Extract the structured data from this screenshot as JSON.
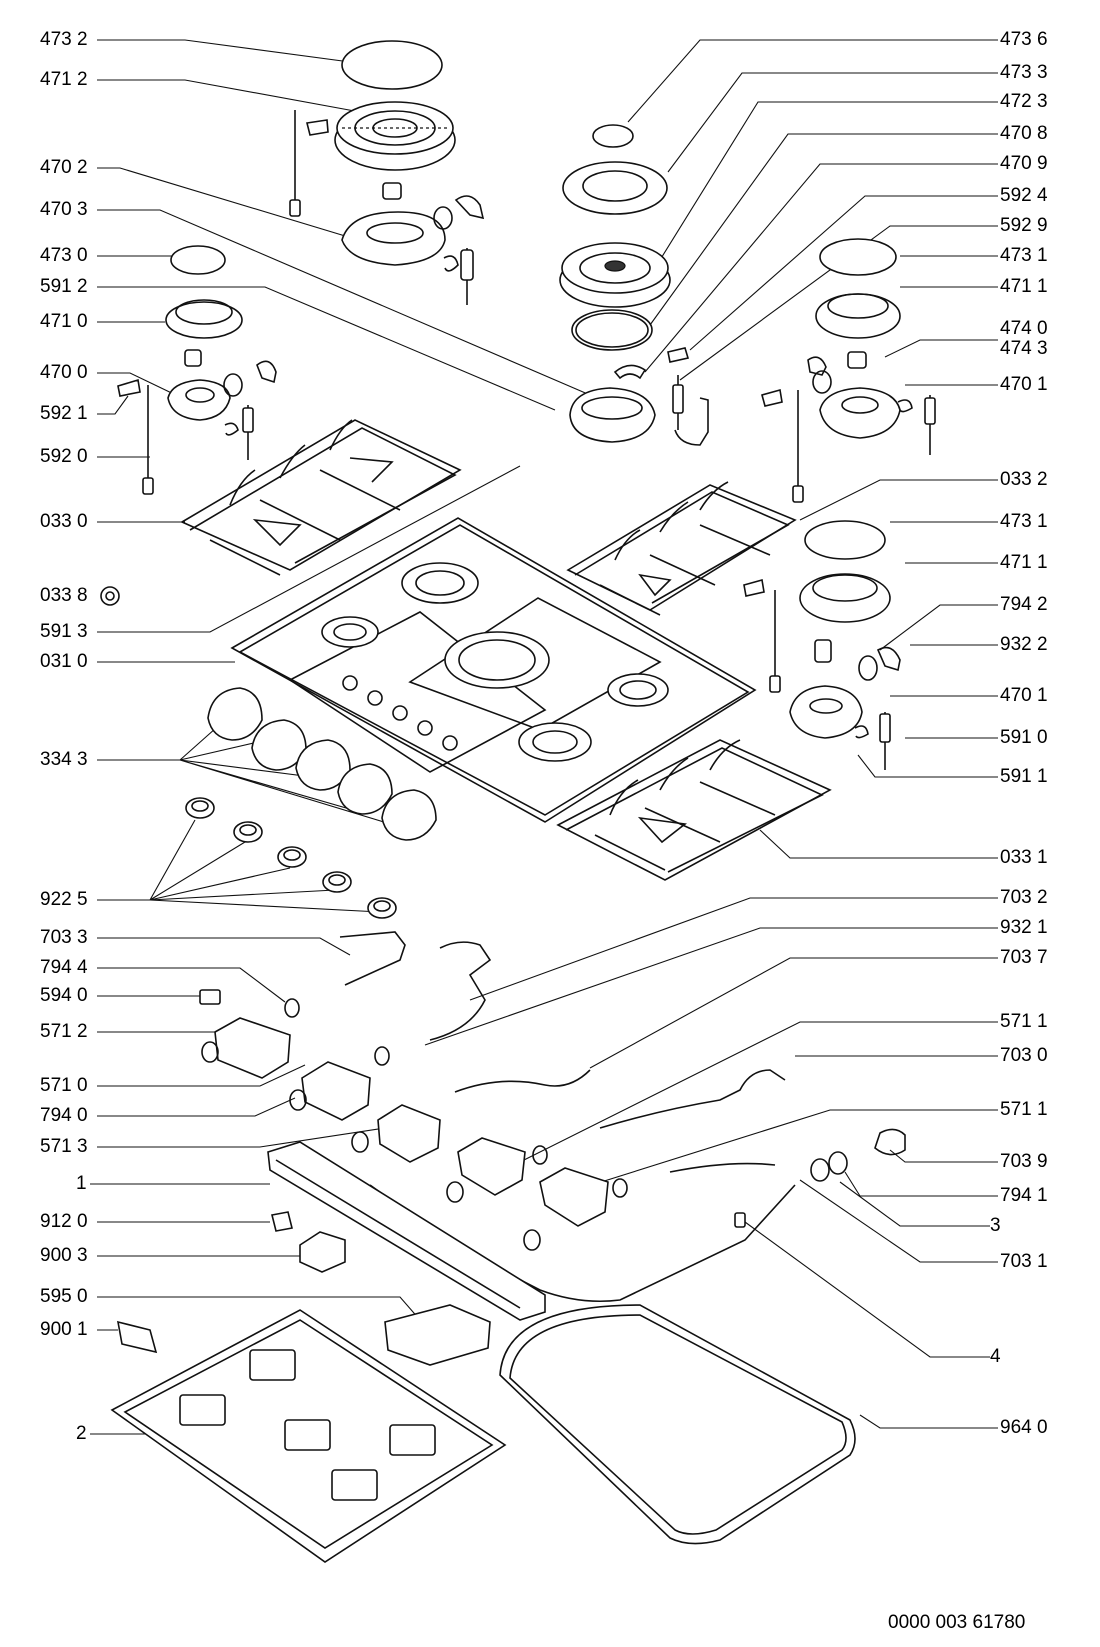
{
  "left_labels": [
    "473 2",
    "471 2",
    "470 2",
    "470 3",
    "473  0",
    "591 2",
    "471 0",
    "470 0",
    "592 1",
    "592 0",
    "033 0",
    "033 8",
    "591 3",
    "031 0",
    "334 3",
    "922 5",
    "703 3",
    "794 4",
    "594 0",
    "571 2",
    "571 0",
    "794 0",
    "571 3",
    "1",
    "912 0",
    "900 3",
    "595 0",
    "900 1",
    "2"
  ],
  "right_labels": [
    "473 6",
    "473 3",
    "472 3",
    "470 8",
    "470 9",
    "592 4",
    "592 9",
    "473 1",
    "471 1",
    "474 0",
    "474 3",
    "470 1",
    "033 2",
    "473 1",
    "471 1",
    "794 2",
    "932 2",
    "470 1",
    "591 0",
    "591 1",
    "033 1",
    "703 2",
    "932 1",
    "703 7",
    "571 1",
    "703 0",
    "571 1",
    "703 9",
    "794 1",
    "3",
    "703 1",
    "4",
    "964 0"
  ],
  "document_number": "0000 003 61780"
}
